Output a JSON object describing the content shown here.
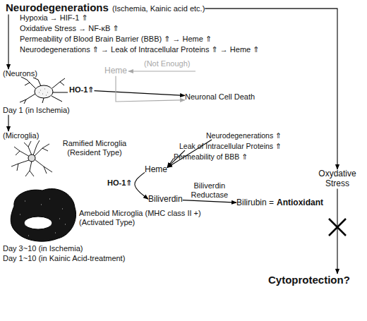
{
  "diagram": {
    "nodes": [
      {
        "text": [
          "Neurodegenerations",
          "(Ischemia, Kainic acid etc.)"
        ]
      },
      {
        "text": [
          "(Neurons)"
        ]
      },
      {
        "text": [
          "HO-1⇑"
        ]
      },
      {
        "text": [
          "Day 1 (in Ischemia)"
        ]
      },
      {
        "text": [
          "Heme"
        ]
      },
      {
        "text": [
          "Neuronal Cell Death"
        ]
      },
      {
        "text": [
          "(Microglia)"
        ]
      },
      {
        "text": [
          "Ramified Microglia (Resident Type)"
        ]
      },
      {
        "text": [
          "HO-1⇑"
        ]
      },
      {
        "text": [
          "Ameboid Microglia (MHC class II +) (Activated Type)"
        ]
      },
      {
        "text": [
          "Neurodegenerations ⇑"
        ]
      },
      {
        "text": [
          "Leak of Intracellular Proteins ⇑"
        ]
      },
      {
        "text": [
          "Permeability of BBB ⇑"
        ]
      },
      {
        "text": [
          "Heme"
        ]
      },
      {
        "text": [
          "Biliverdin"
        ]
      },
      {
        "text": [
          "Bilirubin =",
          "Antioxidant"
        ]
      },
      {
        "text": [
          "Oxydative Stress"
        ]
      },
      {
        "text": [
          "Cytoprotection?"
        ]
      }
    ],
    "edges": [
      {
        "from": 0,
        "to": 1,
        "arrow": "to"
      },
      {
        "from": 0,
        "to": 16,
        "arrow": "to"
      },
      {
        "from": 2,
        "to": 5,
        "arrow": "to"
      },
      {
        "from": 4,
        "to": 5,
        "arrow": "to"
      },
      {
        "from": 3,
        "to": 6,
        "arrow": "to"
      },
      {
        "from": 10,
        "to": 13,
        "arrow": "to"
      },
      {
        "from": 11,
        "to": 13,
        "arrow": "to"
      },
      {
        "from": 12,
        "to": 13,
        "arrow": "to"
      },
      {
        "from": 13,
        "to": 14,
        "arrow": "to"
      },
      {
        "from": 14,
        "to": 15,
        "label": "Biliverdin Reductase",
        "arrow": "to"
      },
      {
        "from": 16,
        "to": 17,
        "arrow": "to"
      }
    ],
    "labels": [
      "Hypoxia → HIF-1 ⇑",
      "Oxidative Stress → NF-κB ⇑",
      "Permeability of Blood Brain Barrier (BBB) ⇑ → Heme ⇑",
      "Neurodegenerations ⇑ → Leak of Intracellular Proteins ⇑ → Heme ⇑",
      "(Not Enough)",
      "Day 3~10 (in Ischemia)",
      "Day 1~10 (in Kainic Acid-treatment)"
    ]
  }
}
